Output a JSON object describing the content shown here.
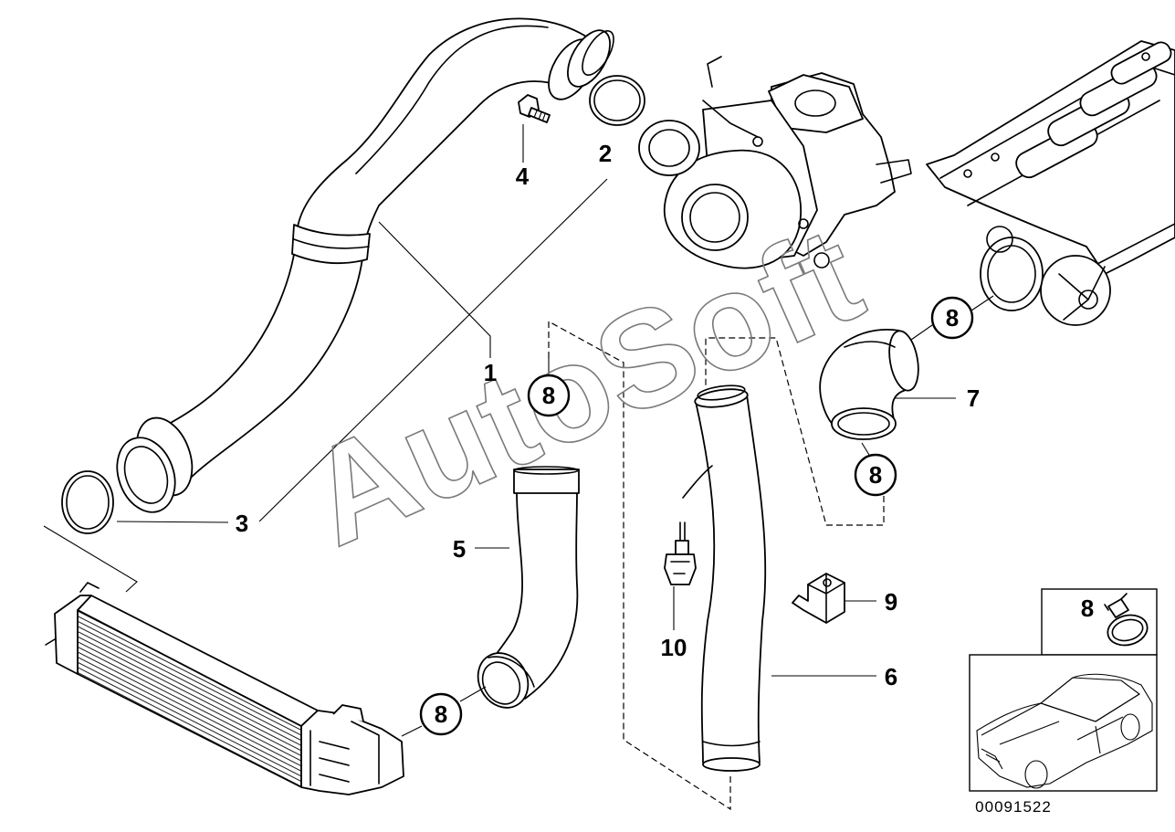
{
  "diagram": {
    "labels": {
      "part_1": "1",
      "part_2": "2",
      "part_3": "3",
      "part_4": "4",
      "part_5": "5",
      "part_6": "6",
      "part_7": "7",
      "part_9": "9",
      "part_10": "10"
    },
    "clamp_callouts": [
      "8",
      "8",
      "8",
      "8"
    ],
    "inset_clamp_label": "8",
    "watermark": "AutoSoft",
    "drawing_number": "00091522"
  }
}
